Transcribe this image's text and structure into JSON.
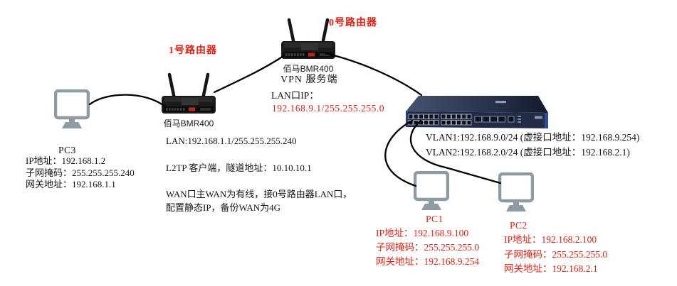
{
  "diagram": {
    "title_hint": "L2TP VPN 网络拓扑图",
    "colors": {
      "red_text": "#e02317",
      "black_text": "#141414",
      "monitor_gray": "#8d9ba3",
      "switch_front": "#222b45",
      "switch_top_light": "#465270",
      "switch_top_dark": "#131a2c",
      "router_body": "#1b1b1b",
      "cable": "#000000"
    },
    "router1": {
      "label": "1号路由器",
      "model": "佰马BMR400",
      "notes": [
        "LAN:192.168.1.1/255.255.255.240",
        "L2TP 客户端，隧道地址：10.10.10.1",
        "WAN口主WAN为有线，接0号路由器LAN口，",
        "配置静态IP，备份WAN为4G"
      ]
    },
    "router0": {
      "label": "0号路由器",
      "model": "佰马BMR400",
      "role": "VPN 服务端",
      "lan_ip_label": "LAN口IP：",
      "lan_ip_value": "192.168.9.1/255.255.255.0"
    },
    "switch": {
      "vlan1": "VLAN1:192.168.9.0/24 (虚接口地址：192.168.9.254)",
      "vlan2": "VLAN2:192.168.2.0/24 (虚接口地址：192.168.2.1)"
    },
    "pc3": {
      "name": "PC3",
      "ip": "IP地址：192.168.1.2",
      "mask": "子网掩码：255.255.255.240",
      "gateway": "网关地址：192.168.1.1"
    },
    "pc1": {
      "name": "PC1",
      "ip": "IP地址：192.168.9.100",
      "mask": "子网掩码：255.255.255.0",
      "gateway": "网关地址：192.168.9.254"
    },
    "pc2": {
      "name": "PC2",
      "ip": "IP地址：192.168.2.100",
      "mask": "子网掩码：255.255.255.0",
      "gateway": "网关地址：192.168.2.1"
    }
  }
}
